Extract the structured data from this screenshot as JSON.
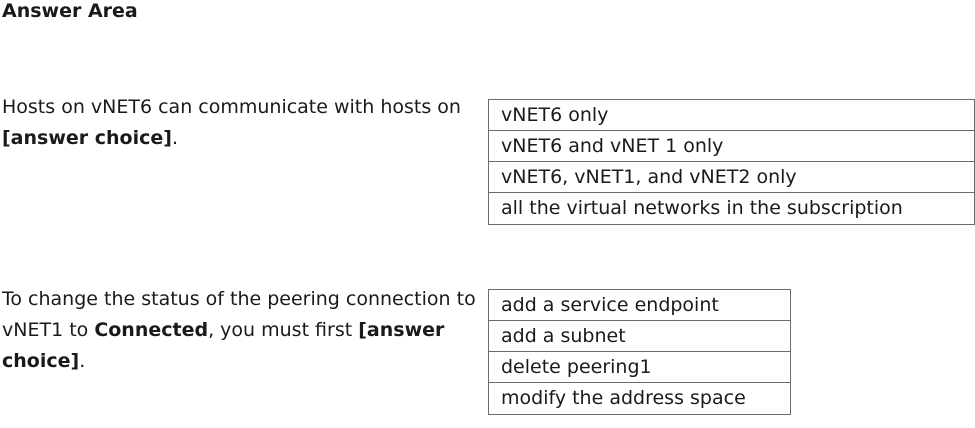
{
  "answer_area": {
    "title": "Answer Area"
  },
  "questions": [
    {
      "text_before": "Hosts on vNET6 can communicate with hosts on ",
      "placeholder": "[answer choice]",
      "text_after": ".",
      "options": [
        "vNET6 only",
        "vNET6 and vNET 1 only",
        "vNET6, vNET1, and vNET2 only",
        "all the virtual networks in the subscription"
      ]
    },
    {
      "text_before": "To change the status of the peering connection to vNET1 to ",
      "emphasis": "Connected",
      "text_middle": ", you must first ",
      "placeholder": "[answer choice]",
      "text_after": ".",
      "options": [
        "add a service endpoint",
        "add a subnet",
        "delete peering1",
        "modify the address space"
      ]
    }
  ]
}
